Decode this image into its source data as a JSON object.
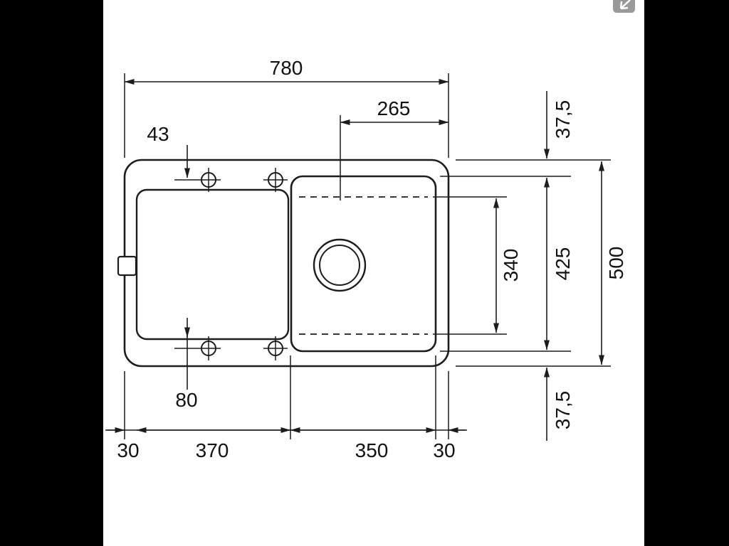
{
  "colors": {
    "line": "#1c1c1c",
    "background": "#ffffff",
    "letterbox": "#000000",
    "icon_gray": "#9a9a9a"
  },
  "drawing": {
    "dimensions": {
      "overall_width": "780",
      "drain_center_to_right_edge": "265",
      "top_holes_offset": "43",
      "top_margin": "37,5",
      "bowl_inner_length": "340",
      "bowl_outer_length": "425",
      "overall_depth": "500",
      "bottom_margin": "37,5",
      "bottom_holes_offset": "80",
      "bottom_left_margin": "30",
      "drainer_width": "370",
      "bowl_width": "350",
      "bottom_right_margin": "30"
    }
  }
}
